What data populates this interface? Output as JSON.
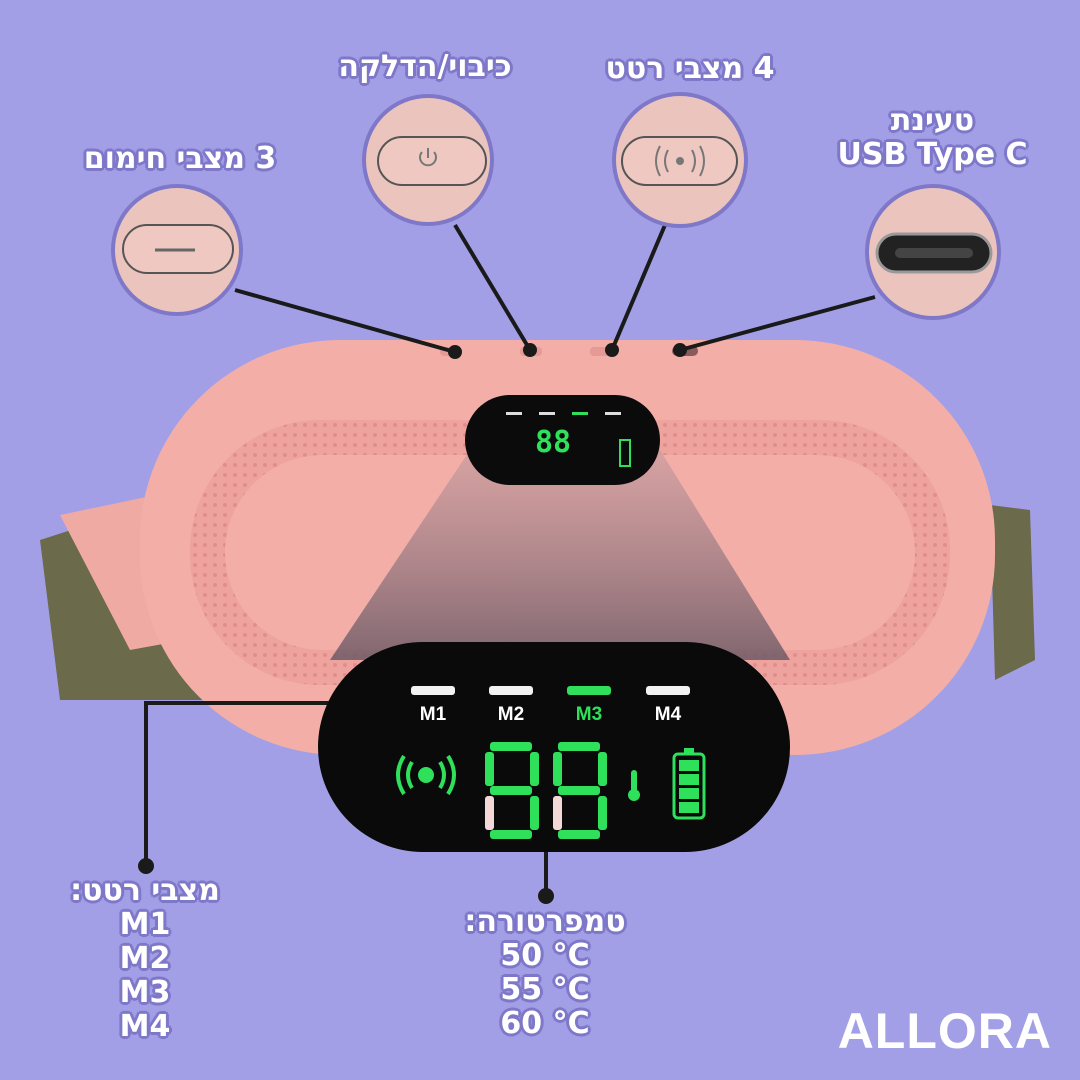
{
  "callouts": {
    "heat_modes": "3 מצבי חימום",
    "power": "כיבוי/הדלקה",
    "vibration_modes": "4 מצבי רטט",
    "charging_line1": "טעינת",
    "charging_line2": "USB Type C"
  },
  "display": {
    "modes": [
      "M1",
      "M2",
      "M3",
      "M4"
    ],
    "active_mode": "M3",
    "digits": "88",
    "accent_color": "#2ee05a"
  },
  "vibration_legend": {
    "title": "מצבי רטט:",
    "items": [
      "M1",
      "M2",
      "M3",
      "M4"
    ]
  },
  "temperature_legend": {
    "title": "טמפרטורה:",
    "items": [
      "50 °C",
      "55 °C",
      "60 °C"
    ]
  },
  "brand": "ALLORA",
  "colors": {
    "background": "#a39fe6",
    "device": "#f1aba6",
    "strap": "#6b6a4a"
  }
}
